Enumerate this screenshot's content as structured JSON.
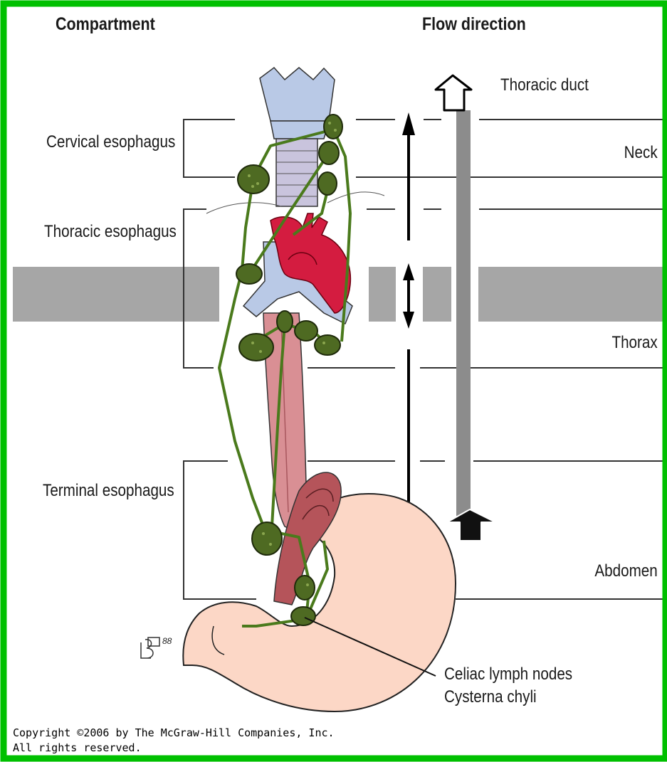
{
  "headers": {
    "compartment": "Compartment",
    "flow_direction": "Flow direction"
  },
  "compartments": {
    "cervical": "Cervical esophagus",
    "thoracic": "Thoracic esophagus",
    "terminal": "Terminal esophagus"
  },
  "regions": {
    "neck": "Neck",
    "thorax": "Thorax",
    "abdomen": "Abdomen"
  },
  "labels": {
    "thoracic_duct": "Thoracic duct",
    "celiac_line1": "Celiac lymph nodes",
    "celiac_line2": "Cysterna chyli",
    "signature": "88"
  },
  "copyright": {
    "line1": "Copyright ©2006 by The McGraw-Hill Companies, Inc.",
    "line2": "All rights reserved."
  },
  "colors": {
    "frame": "#00c000",
    "diaphragm_band": "#a6a6a6",
    "duct": "#8c8c8c",
    "trachea": "#b9c9e6",
    "aorta": "#d41c40",
    "esophagus": "#d98f94",
    "stomach": "#fcd7c6",
    "lymph_node": "#4e6a22",
    "lymph_vessel": "#4a7a1c"
  }
}
